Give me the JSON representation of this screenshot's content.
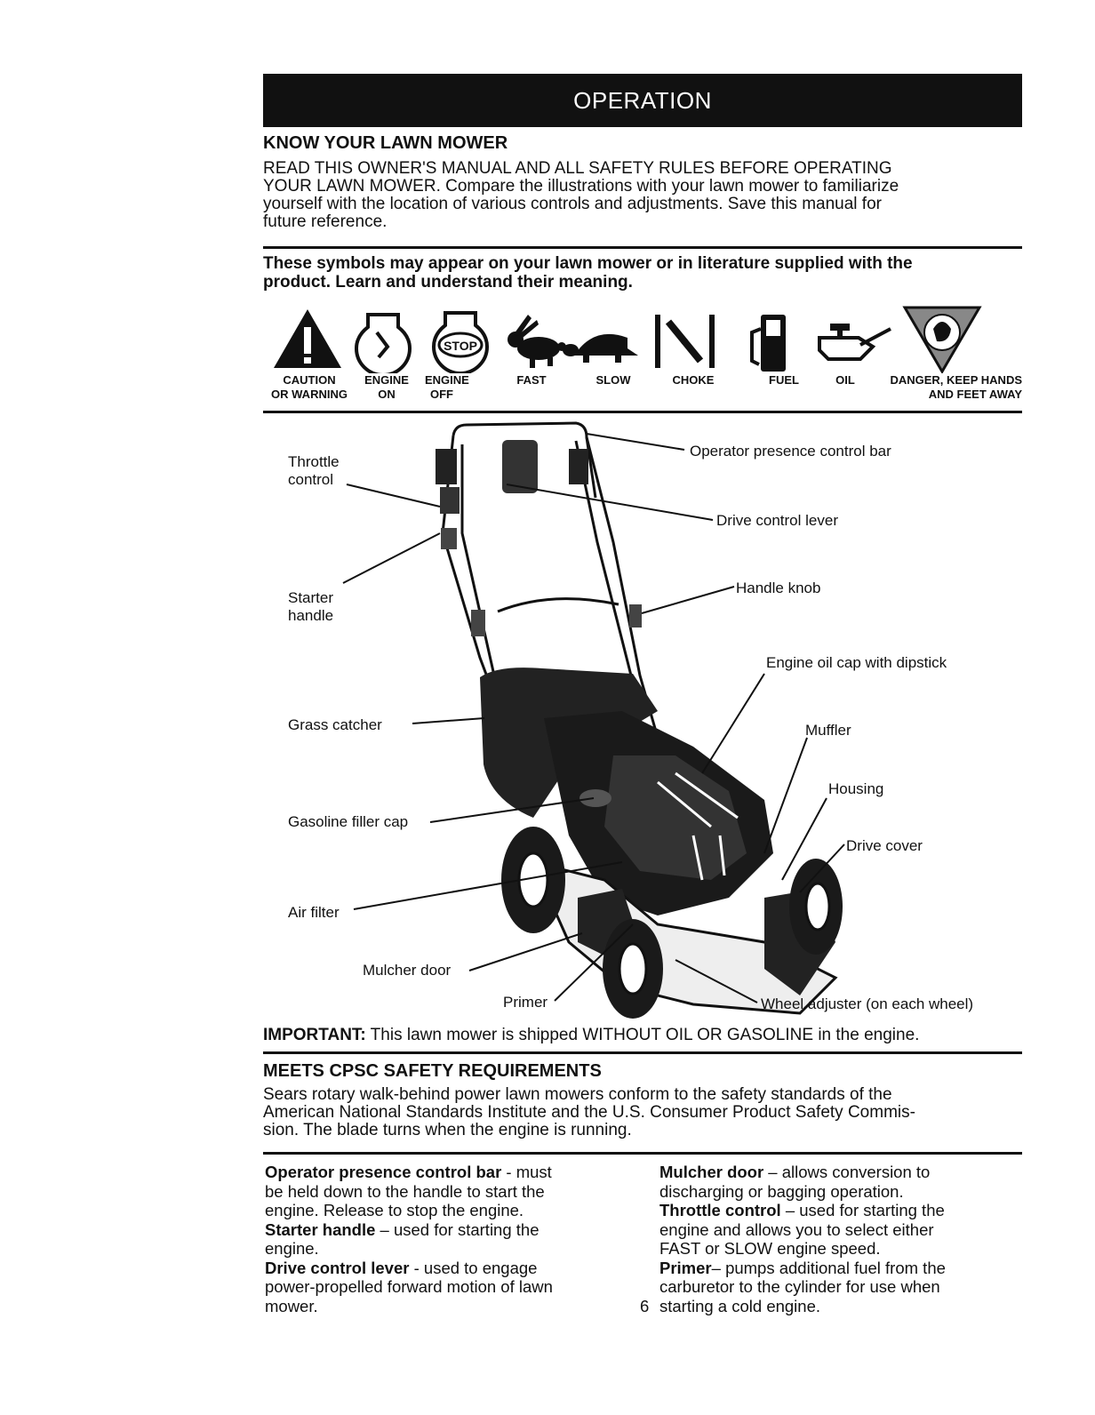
{
  "header": {
    "title": "OPERATION"
  },
  "know": {
    "heading": "KNOW YOUR LAWN MOWER",
    "lines": [
      "READ THIS OWNER'S MANUAL AND ALL SAFETY RULES BEFORE OPERATING",
      "YOUR LAWN MOWER.  Compare the illustrations with your lawn mower to familiarize",
      "yourself with the location of various controls and adjustments.  Save this manual for",
      "future reference."
    ]
  },
  "symbols": {
    "intro_lines": [
      "These symbols may appear on your lawn mower or in literature supplied with the",
      "product.  Learn and understand their meaning."
    ],
    "items": [
      {
        "icon": "caution-warning-icon",
        "label1": "CAUTION",
        "label2": "OR WARNING"
      },
      {
        "icon": "engine-on-icon",
        "label1": "ENGINE",
        "label2": "ON"
      },
      {
        "icon": "engine-off-icon",
        "label1": "ENGINE",
        "label2": "OFF",
        "glyph": "STOP"
      },
      {
        "icon": "rabbit-fast-icon",
        "label1": "FAST",
        "label2": ""
      },
      {
        "icon": "turtle-slow-icon",
        "label1": "SLOW",
        "label2": ""
      },
      {
        "icon": "choke-icon",
        "label1": "CHOKE",
        "label2": ""
      },
      {
        "icon": "fuel-pump-icon",
        "label1": "FUEL",
        "label2": ""
      },
      {
        "icon": "oil-can-icon",
        "label1": "OIL",
        "label2": ""
      },
      {
        "icon": "danger-hands-feet-icon",
        "label1": "DANGER, KEEP HANDS",
        "label2": "AND FEET AWAY"
      }
    ]
  },
  "diagram": {
    "callouts": {
      "throttle_1": "Throttle",
      "throttle_2": "control",
      "operator_bar": "Operator presence control bar",
      "drive_lever": "Drive control lever",
      "starter_1": "Starter",
      "starter_2": "handle",
      "handle_knob": "Handle knob",
      "oil_cap": "Engine oil cap with dipstick",
      "grass_catcher": "Grass catcher",
      "muffler": "Muffler",
      "housing": "Housing",
      "gas_cap": "Gasoline filler cap",
      "drive_cover": "Drive cover",
      "air_filter": "Air filter",
      "mulcher_door": "Mulcher door",
      "primer": "Primer",
      "wheel_adjuster": "Wheel adjuster (on each wheel)"
    }
  },
  "important": {
    "label": "IMPORTANT:",
    "text": " This lawn mower is shipped WITHOUT OIL OR GASOLINE in the engine."
  },
  "cpsc": {
    "heading": "MEETS CPSC SAFETY REQUIREMENTS",
    "lines": [
      "Sears rotary walk-behind power lawn mowers conform to the safety standards of the",
      "American National Standards Institute and the U.S. Consumer Product Safety Commis-",
      "sion.  The blade turns when the engine is running."
    ]
  },
  "descriptions": {
    "left": [
      {
        "term": "Operator presence control bar",
        "sep": " - ",
        "def_lines": [
          "must",
          "be held down to the handle to start the",
          "engine.  Release to stop the engine."
        ]
      },
      {
        "term": "Starter handle",
        "sep": " – ",
        "def_lines": [
          "used for starting the",
          "engine."
        ]
      },
      {
        "term": "Drive control lever",
        "sep": " - ",
        "def_lines": [
          "used to engage",
          "power-propelled forward motion of lawn",
          "mower."
        ]
      }
    ],
    "right": [
      {
        "term": "Mulcher door",
        "sep": " – ",
        "def_lines": [
          "allows conversion to",
          "discharging or bagging operation."
        ]
      },
      {
        "term": "Throttle control",
        "sep": " – ",
        "def_lines": [
          "used for starting the",
          "engine and allows you to select either",
          "FAST or SLOW engine speed."
        ]
      },
      {
        "term": "Primer",
        "sep": "– ",
        "def_lines": [
          "pumps additional fuel from the",
          "carburetor to the cylinder for use when",
          "starting a cold engine."
        ]
      }
    ]
  },
  "page_number": "6"
}
